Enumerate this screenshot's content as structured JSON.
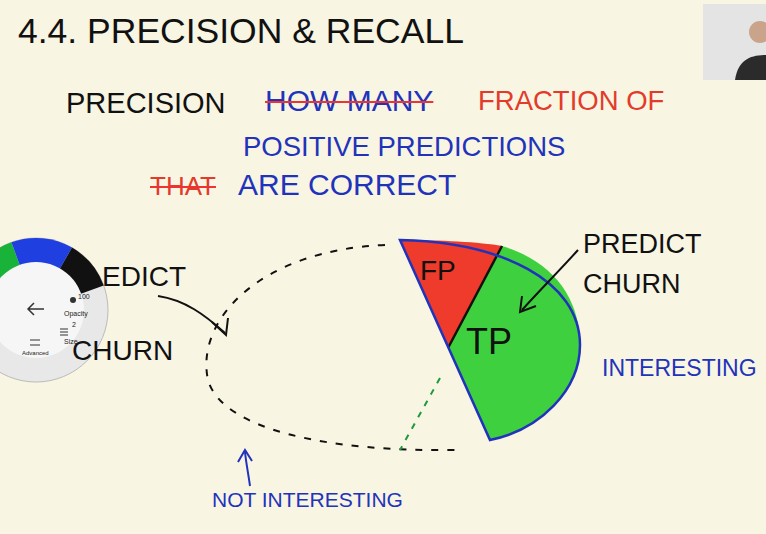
{
  "diagram": {
    "title": "4.4. PRECISION & RECALL",
    "nodes": [
      {
        "text": [
          "FP"
        ]
      },
      {
        "text": [
          "TP"
        ]
      }
    ],
    "labels": [
      "PRECISION",
      "HOW MANY",
      "FRACTION OF",
      "POSITIVE PREDICTIONS",
      "THAT",
      "ARE CORRECT",
      "EDICT CHURN",
      "PREDICT CHURN",
      "INTERESTING",
      "NOT INTERESTING",
      "100",
      "Opacity",
      "2",
      "Size",
      "Advanced"
    ]
  }
}
